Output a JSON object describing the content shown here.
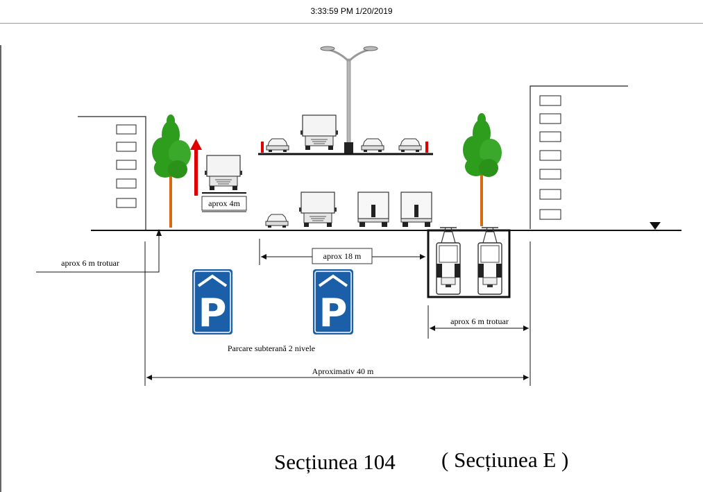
{
  "header": {
    "timestamp": "3:33:59 PM 1/20/2019"
  },
  "labels": {
    "lane_width": "aprox 4m",
    "road_width": "aprox 18 m",
    "sidewalk_left": "aprox 6 m trotuar",
    "sidewalk_right": "aprox 6 m trotuar",
    "parking": "Parcare subterană 2 nivele",
    "total_width": "Aproximativ 40 m"
  },
  "signs": {
    "parking_letter": "P"
  },
  "title": {
    "main": "Secțiunea 104",
    "alt": "( Secțiunea E )"
  },
  "colors": {
    "sign_blue": "#1a5fa8",
    "tree_green": "#2e9d1e",
    "trunk": "#d86a12",
    "arrow_red": "#e00000"
  }
}
